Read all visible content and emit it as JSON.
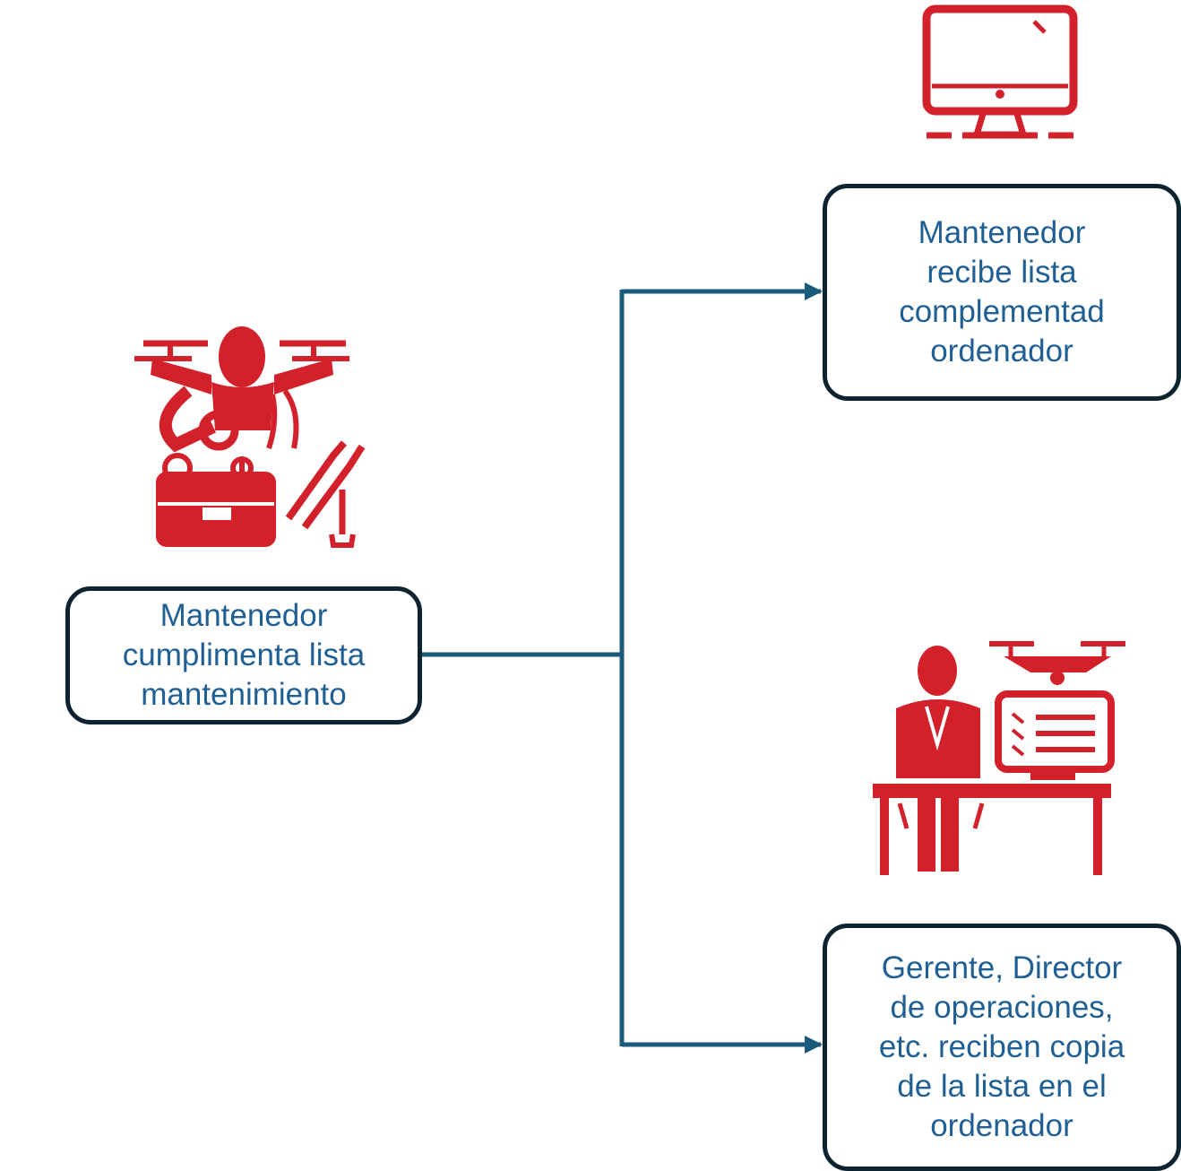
{
  "nodes": {
    "source": {
      "label": "Mantenedor\ncumplimenta lista\nmantenimiento"
    },
    "computer": {
      "label": "Mantenedor\nrecibe lista\ncomplementad\nordenador"
    },
    "manager": {
      "label": "Gerente, Director\nde operaciones,\netc. reciben copia\nde la lista en el\nordenador"
    }
  },
  "icons": {
    "technician": "drone-technician-icon",
    "monitor": "computer-monitor-icon",
    "manager": "manager-desk-icon"
  },
  "colors": {
    "connector": "#1a5a7a",
    "node_border": "#0d2330",
    "node_text": "#1f5f94",
    "icon": "#d3212b"
  }
}
